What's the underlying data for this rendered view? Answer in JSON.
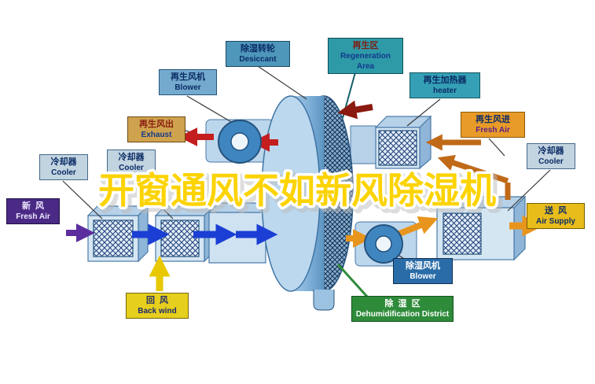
{
  "title": "开窗通风不如新风除湿机",
  "diagram": {
    "labels": {
      "desiccant": {
        "zh": "除湿转轮",
        "en": "Desiccant"
      },
      "regeneration_area": {
        "zh": "再生区",
        "en": "Regeneration Area"
      },
      "regen_blower": {
        "zh": "再生风机",
        "en": "Blower"
      },
      "regen_heater": {
        "zh": "再生加热器",
        "en": "heater"
      },
      "exhaust": {
        "zh": "再生风出",
        "en": "Exhaust"
      },
      "regen_fresh_air": {
        "zh": "再生风进",
        "en": "Fresh Air"
      },
      "cooler_left_outer": {
        "zh": "冷却器",
        "en": "Cooler"
      },
      "cooler_left_inner": {
        "zh": "冷却器",
        "en": "Cooler"
      },
      "cooler_right": {
        "zh": "冷却器",
        "en": "Cooler"
      },
      "fresh_air_in": {
        "zh": "新  风",
        "en": "Fresh Air"
      },
      "air_supply": {
        "zh": "送  风",
        "en": "Air Supply"
      },
      "back_wind": {
        "zh": "回  风",
        "en": "Back wind"
      },
      "dehumid_blower": {
        "zh": "除湿风机",
        "en": "Blower"
      },
      "dehumid_district": {
        "zh": "除  湿  区",
        "en": "Dehumidification District"
      }
    },
    "colors": {
      "title_fill": "#fcd303",
      "title_outline": "#ffffff",
      "process_arrow_blue": "#1b3fd4",
      "regen_arrow_red": "#c41e1e",
      "regen_arrow_darkred": "#8b1a10",
      "supply_arrow_orange": "#e8951e",
      "return_arrow_yellow": "#e8c800",
      "fresh_arrow_purple": "#5b2d9e",
      "regen_inlet_brown": "#c06a18",
      "district_green": "#2e8b3a",
      "duct_blue": "#d5e6f3"
    }
  }
}
